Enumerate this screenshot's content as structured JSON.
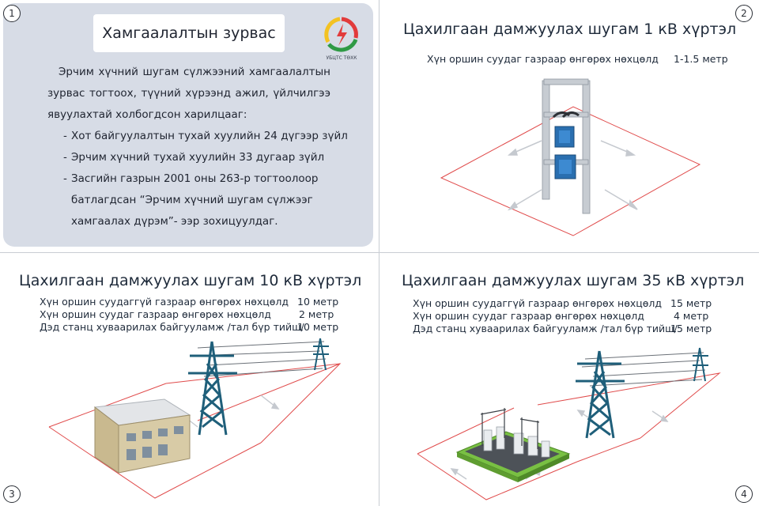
{
  "colors": {
    "panel_bg": "#d7dce6",
    "tower": "#1f5f7a",
    "zone_line": "#e04b4b",
    "building_wall": "#c9b98f",
    "substation_base": "#79c043",
    "logo_red": "#e23b3b",
    "logo_yellow": "#f3c222",
    "logo_green": "#2f9a45"
  },
  "q1": {
    "number": "1",
    "title": "Хамгаалалтын зурвас",
    "logo_caption": "УБЦТС ТӨХК",
    "paragraph": "Эрчим хүчний шугам сүлжээний хамгаалалтын зурвас тогтоох, түүний хүрээнд ажил, үйлчилгээ явуулахтай холбогдсон харилцааг:",
    "bullets": [
      "Хот байгуулалтын тухай хуулийн 24 дүгээр зүйл",
      "Эрчим хүчний тухай хуулийн 33 дугаар зүйл",
      "Засгийн газрын 2001 оны 263-р тогтоолоор"
    ],
    "bullet3_cont1": "батлагдсан “Эрчим хүчний шугам сүлжээг",
    "bullet3_cont2": "хамгаалах дүрэм”- ээр зохицуулдаг."
  },
  "q2": {
    "number": "2",
    "title": "Цахилгаан дамжуулах шугам 1 кВ хүртэл",
    "rows": [
      {
        "label": "Хүн оршин суудаг газраар өнгөрөх нөхцөлд",
        "value": "1-1.5 метр"
      }
    ]
  },
  "q3": {
    "number": "3",
    "title": "Цахилгаан дамжуулах шугам 10 кВ хүртэл",
    "rows": [
      {
        "label": "Хүн оршин суудаггүй газраар өнгөрөх нөхцөлд",
        "value": "10 метр"
      },
      {
        "label": "Хүн оршин суудаг газраар өнгөрөх нөхцөлд",
        "value": "2 метр"
      },
      {
        "label": "Дэд станц хуваарилах байгууламж /тал бүр тийш/",
        "value": "10 метр"
      }
    ]
  },
  "q4": {
    "number": "4",
    "title": "Цахилгаан дамжуулах шугам 35 кВ хүртэл",
    "rows": [
      {
        "label": "Хүн оршин суудаггүй газраар өнгөрөх нөхцөлд",
        "value": "15 метр"
      },
      {
        "label": "Хүн оршин суудаг газраар өнгөрөх нөхцөлд",
        "value": "4 метр"
      },
      {
        "label": "Дэд станц хуваарилах байгууламж /тал бүр тийш/",
        "value": "15 метр"
      }
    ]
  }
}
